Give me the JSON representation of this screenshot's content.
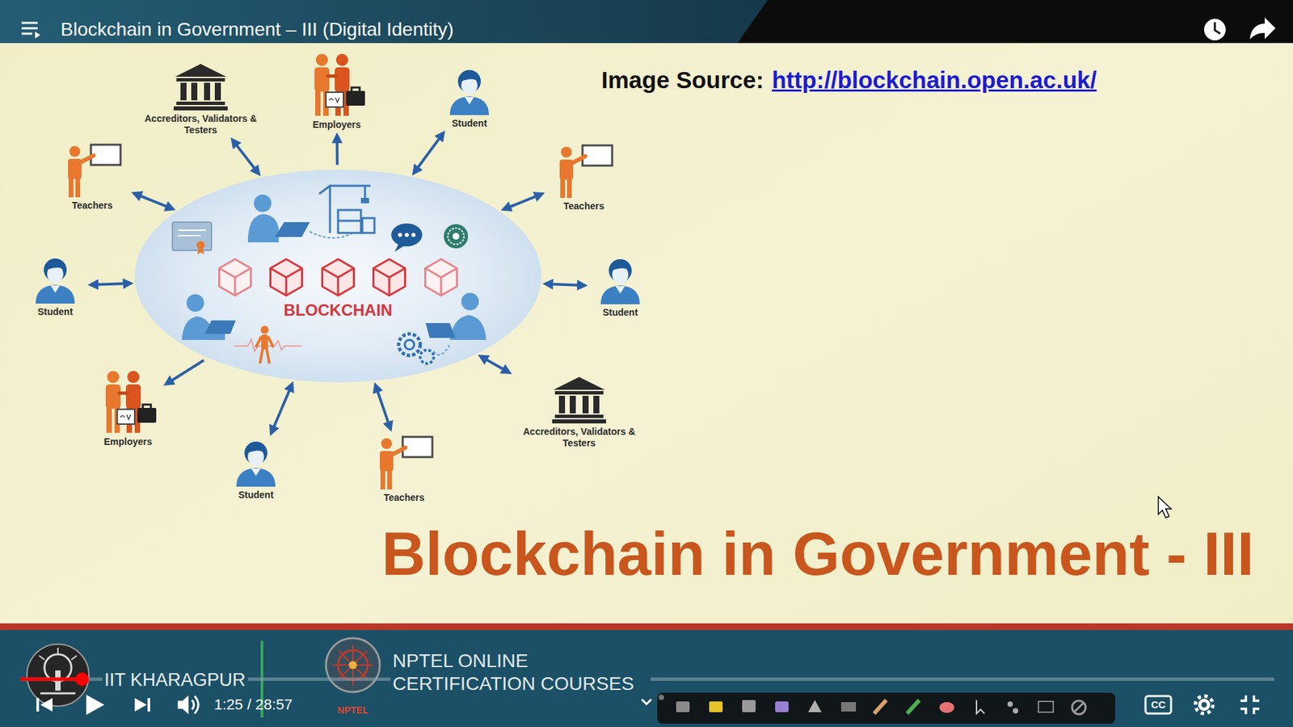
{
  "diagram": {
    "title": "Blockchain in Government – III (Digital Identity)",
    "nodes": [
      {
        "text": [
          "Accreditors, Validators & Testers"
        ]
      },
      {
        "text": [
          "Employers"
        ]
      },
      {
        "text": [
          "Student"
        ]
      },
      {
        "text": [
          "Teachers"
        ]
      },
      {
        "text": [
          "Teachers"
        ]
      },
      {
        "text": [
          "BLOCKCHAIN"
        ]
      },
      {
        "text": [
          "Student"
        ]
      },
      {
        "text": [
          "Student"
        ]
      },
      {
        "text": [
          "Accreditors, Validators & Testers"
        ]
      },
      {
        "text": [
          "Employers"
        ]
      },
      {
        "text": [
          "Student"
        ]
      },
      {
        "text": [
          "Teachers"
        ]
      }
    ],
    "edges": [
      {
        "from": 5,
        "to": 0,
        "arrow": "both"
      },
      {
        "from": 5,
        "to": 1,
        "arrow": "to"
      },
      {
        "from": 5,
        "to": 2,
        "arrow": "both"
      },
      {
        "from": 5,
        "to": 3,
        "arrow": "both"
      },
      {
        "from": 5,
        "to": 4,
        "arrow": "both"
      },
      {
        "from": 5,
        "to": 6,
        "arrow": "both"
      },
      {
        "from": 5,
        "to": 7,
        "arrow": "both"
      },
      {
        "from": 5,
        "to": 8,
        "arrow": "both"
      },
      {
        "from": 5,
        "to": 9,
        "arrow": "to"
      },
      {
        "from": 5,
        "to": 10,
        "arrow": "both"
      },
      {
        "from": 5,
        "to": 11,
        "arrow": "both"
      }
    ],
    "labels": [
      "Image Source:",
      "http://blockchain.open.ac.uk/",
      "Blockchain in Government - III",
      "IIT KHARAGPUR",
      "NPTEL ONLINE CERTIFICATION COURSES",
      "NPTEL",
      "1:25 / 28:57",
      "CC"
    ]
  }
}
